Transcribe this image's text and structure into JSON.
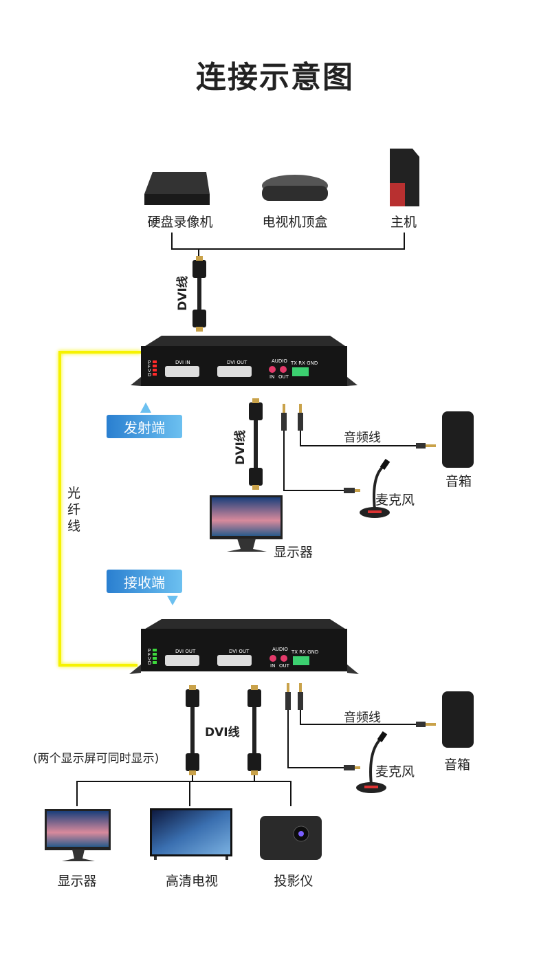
{
  "title": "连接示意图",
  "sources": [
    {
      "label": "硬盘录像机"
    },
    {
      "label": "电视机顶盒"
    },
    {
      "label": "主机"
    }
  ],
  "cable_labels": {
    "dvi": "DVI线",
    "audio": "音频线",
    "fiber": [
      "光",
      "纤",
      "线"
    ]
  },
  "transmitter": {
    "badge": "发射端",
    "leds": [
      "P",
      "F",
      "V",
      "D"
    ],
    "led_color": "#ff2a2a",
    "ports": {
      "dvi1": "DVI  IN",
      "dvi2": "DVI  OUT",
      "audio": "AUDIO",
      "audio_in": "IN",
      "audio_out": "OUT",
      "serial": "TX RX GND"
    },
    "peripherals": {
      "speaker": "音箱",
      "mic": "麦克风",
      "monitor": "显示器"
    }
  },
  "receiver": {
    "badge": "接收端",
    "leds": [
      "P",
      "F",
      "V",
      "D"
    ],
    "led_color": "#3ddc3d",
    "ports": {
      "dvi1": "DVI  OUT",
      "dvi2": "DVI  OUT",
      "audio": "AUDIO",
      "audio_in": "IN",
      "audio_out": "OUT",
      "serial": "TX RX GND"
    },
    "peripherals": {
      "speaker": "音箱",
      "mic": "麦克风"
    },
    "note": "(两个显示屏可同时显示)"
  },
  "outputs": [
    {
      "label": "显示器"
    },
    {
      "label": "高清电视"
    },
    {
      "label": "投影仪"
    }
  ],
  "colors": {
    "fiber": "#f2ee00",
    "badge": "#2a7fd0",
    "line": "#111111"
  }
}
